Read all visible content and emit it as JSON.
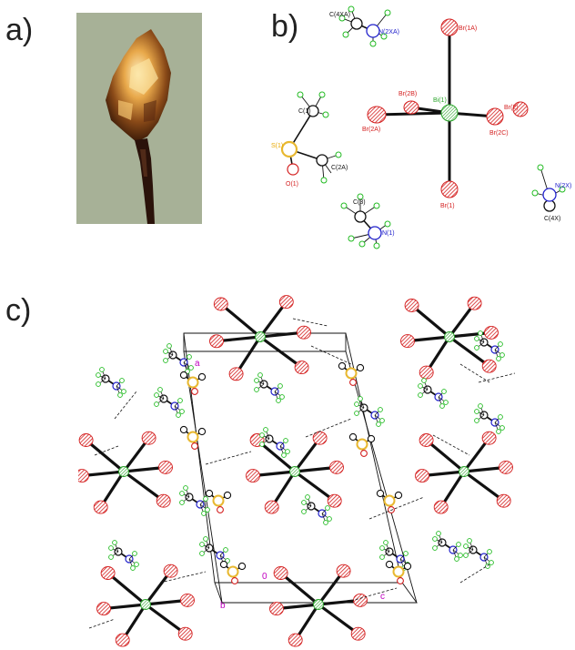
{
  "panels": {
    "a": {
      "label": "a)"
    },
    "b": {
      "label": "b)"
    },
    "c": {
      "label": "c)"
    }
  },
  "atoms_b": {
    "C4XA": "C(4XA)",
    "N2XA": "N(2XA)",
    "Br1A": "Br(1A)",
    "Br2B": "Br(2B)",
    "Bi1": "Bi(1)",
    "Br2": "Br(2)",
    "Br2A": "Br(2A)",
    "Br2C": "Br(2C)",
    "Br1": "Br(1)",
    "C1": "C(1)",
    "S1": "S(1)",
    "C2A": "C(2A)",
    "O1": "O(1)",
    "C3": "C(3)",
    "N1": "N(1)",
    "N2X": "N(2X)",
    "C4X": "C(4X)"
  },
  "axes_c": {
    "a": "a",
    "b": "b",
    "c": "c",
    "origin": "0"
  },
  "colors": {
    "bromine": "#d42020",
    "bismuth": "#2aa52a",
    "hydrogen": "#33dd33",
    "nitrogen": "#2222cc",
    "sulfur": "#e8b830",
    "carbon": "#111111",
    "photo_bg": "#9fa98f"
  }
}
